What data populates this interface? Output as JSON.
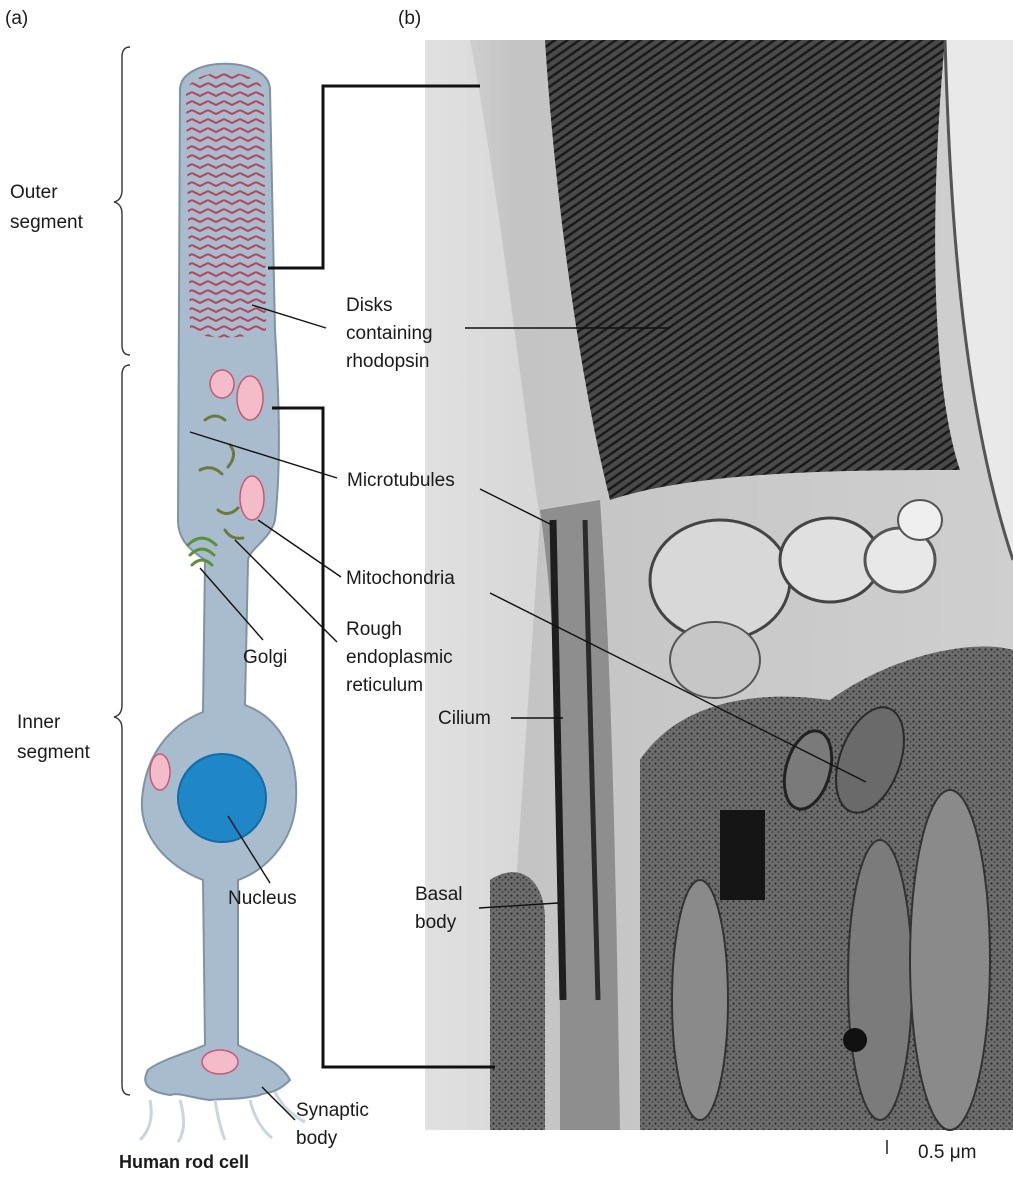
{
  "panels": {
    "a": "(a)",
    "b": "(b)"
  },
  "caption": "Human rod cell",
  "regions": {
    "outer": [
      "Outer",
      "segment"
    ],
    "inner": [
      "Inner",
      "segment"
    ]
  },
  "labels": {
    "disks": [
      "Disks",
      "containing",
      "rhodopsin"
    ],
    "microtubules": [
      "Microtubules"
    ],
    "mitochondria": [
      "Mitochondria"
    ],
    "rough_er": [
      "Rough",
      "endoplasmic",
      "reticulum"
    ],
    "golgi": [
      "Golgi"
    ],
    "cilium": [
      "Cilium"
    ],
    "nucleus": [
      "Nucleus"
    ],
    "basal_body": [
      "Basal",
      "body"
    ],
    "synaptic_body": [
      "Synaptic",
      "body"
    ]
  },
  "scale_bar": {
    "label": "0.5 μm"
  }
}
